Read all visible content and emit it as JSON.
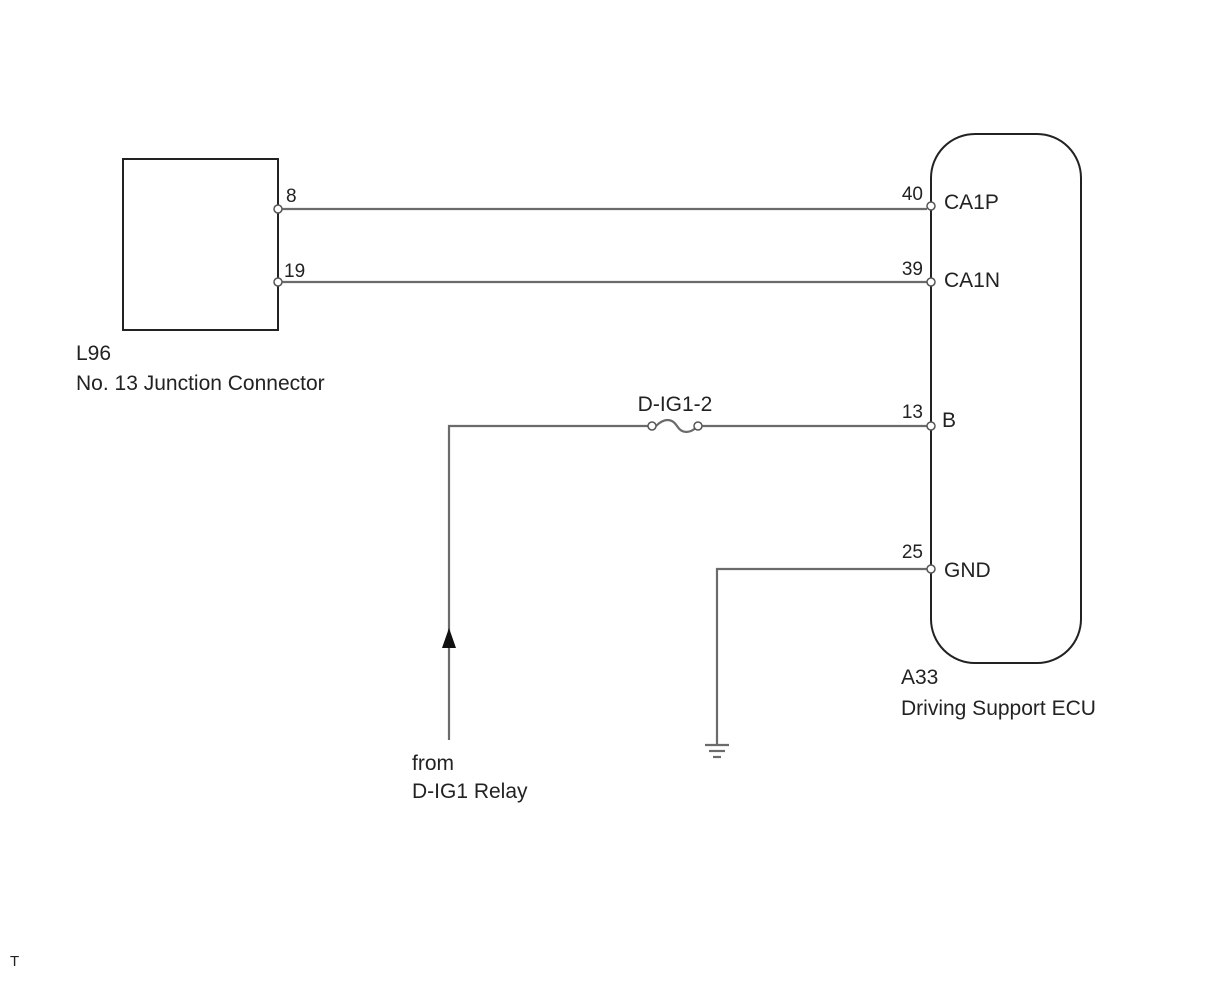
{
  "components": {
    "junction_connector": {
      "code": "L96",
      "name": "No. 13 Junction Connector",
      "pins": [
        "8",
        "19"
      ]
    },
    "ecu": {
      "code": "A33",
      "name": "Driving Support ECU",
      "terminals": [
        {
          "pin": "40",
          "name": "CA1P"
        },
        {
          "pin": "39",
          "name": "CA1N"
        },
        {
          "pin": "13",
          "name": "B"
        },
        {
          "pin": "25",
          "name": "GND"
        }
      ]
    },
    "fuse": {
      "name": "D-IG1-2"
    },
    "source": {
      "line1": "from",
      "line2": "D-IG1 Relay"
    }
  },
  "footer_mark": "T"
}
